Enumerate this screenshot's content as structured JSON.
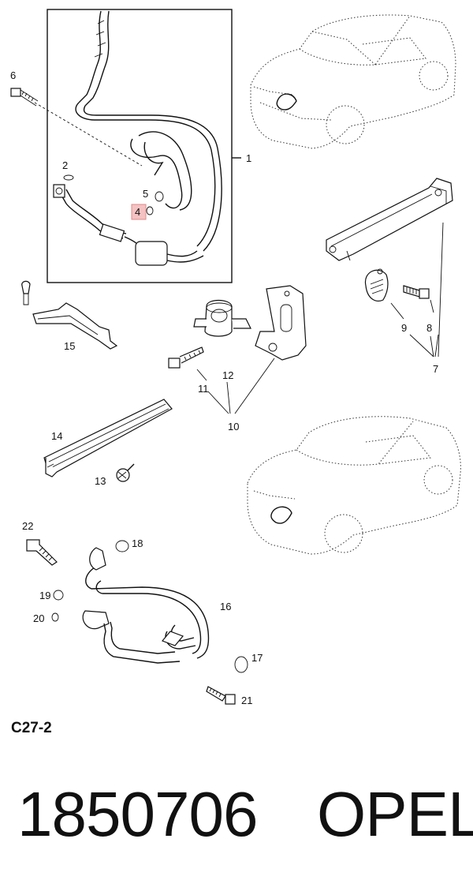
{
  "diagram": {
    "callouts": {
      "c1": "1",
      "c2": "2",
      "c4": "4",
      "c5": "5",
      "c6": "6",
      "c7": "7",
      "c8": "8",
      "c9": "9",
      "c10": "10",
      "c11": "11",
      "c12": "12",
      "c13": "13",
      "c14": "14",
      "c15": "15",
      "c16": "16",
      "c17": "17",
      "c18": "18",
      "c19": "19",
      "c20": "20",
      "c21": "21",
      "c22": "22"
    },
    "highlighted_callout": "4",
    "highlight_color": "#f4c2c2"
  },
  "footer": {
    "ref_code": "C27-2",
    "part_number": "1850706",
    "brand": "OPEL"
  }
}
